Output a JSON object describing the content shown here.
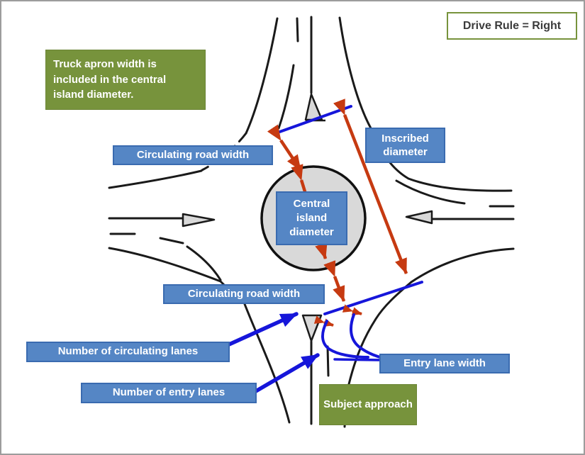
{
  "title": "Roundabout geometry diagram",
  "drive_rule": {
    "label": "Drive Rule = Right"
  },
  "notes": {
    "truck_apron": "Truck apron width is included in the central island diameter.",
    "subject_approach": "Subject approach"
  },
  "labels": {
    "circulating_road_width_top": "Circulating road width",
    "inscribed_diameter": "Inscribed diameter",
    "central_island_diameter": "Central island diameter",
    "circulating_road_width_bottom": "Circulating road width",
    "number_of_circulating_lanes": "Number of circulating lanes",
    "number_of_entry_lanes": "Number of entry lanes",
    "entry_lane_width": "Entry lane width"
  },
  "colors": {
    "label_blue_bg": "#5586C5",
    "label_blue_border": "#3A6BB0",
    "label_green_bg": "#77933C",
    "dimension_arrow_red": "#C63A11",
    "pointer_arrow_blue": "#1616DA",
    "central_island_gray": "#D9D9D9",
    "road_line_black": "#1a1a1a",
    "drive_rule_text": "#3b3b3b"
  },
  "icons": {
    "red_double_arrows": [
      "inscribed-diameter-arrow",
      "circulating-width-top-arrow",
      "central-island-diameter-arrow",
      "circulating-width-bottom-arrow",
      "entry-lane-width-arrow-1",
      "entry-lane-width-arrow-2"
    ],
    "blue_pointer_arrows": [
      "circulating-lanes-pointer-arrow",
      "entry-lanes-pointer-arrow"
    ]
  }
}
